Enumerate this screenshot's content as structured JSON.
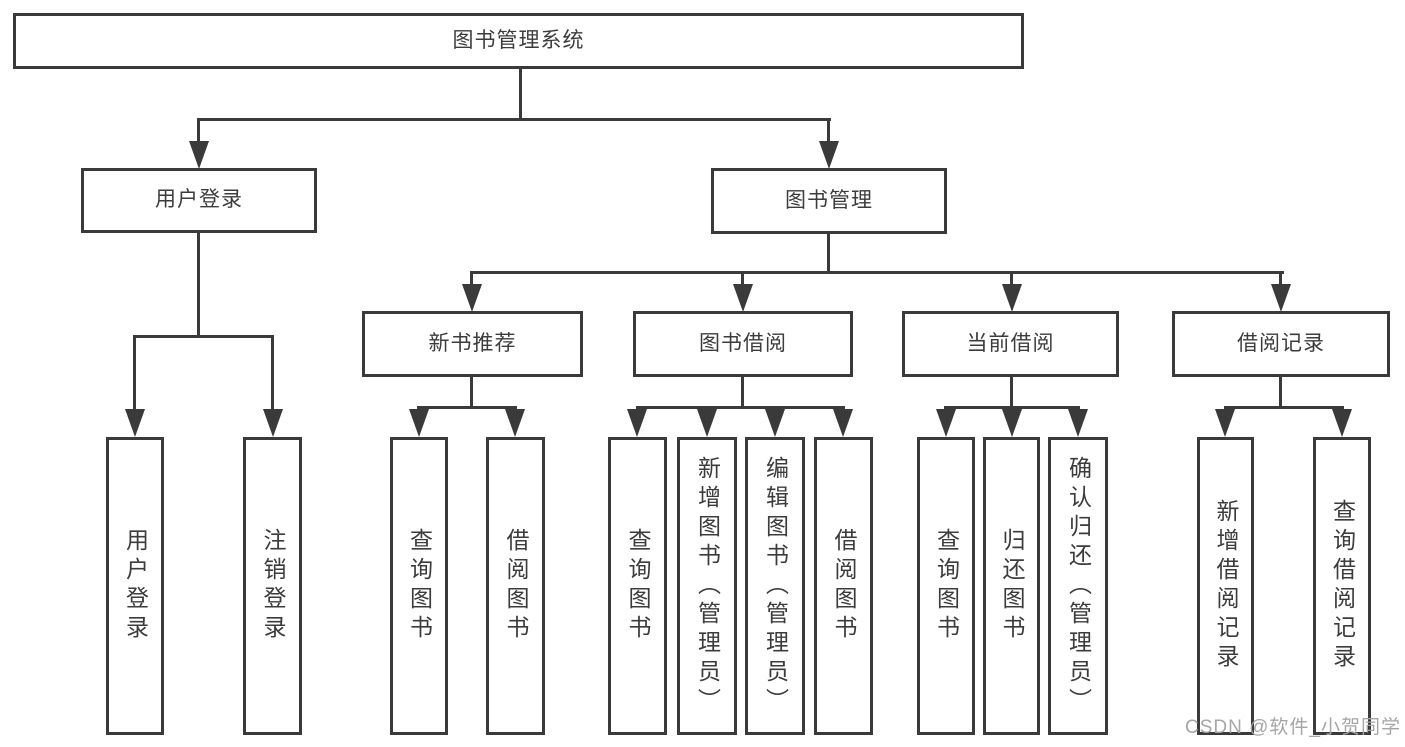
{
  "colors": {
    "line": "#3a3a3a",
    "text": "#3c3c3c",
    "watermark": "#a6a6a6",
    "bg": "#ffffff"
  },
  "watermark": {
    "text": "CSDN @软件_小贺同学"
  },
  "tree": {
    "label": "图书管理系统",
    "children": [
      {
        "label": "用户登录",
        "children": [
          {
            "label": "用户登录"
          },
          {
            "label": "注销登录"
          }
        ]
      },
      {
        "label": "图书管理",
        "children": [
          {
            "label": "新书推荐",
            "children": [
              {
                "label": "查询图书"
              },
              {
                "label": "借阅图书"
              }
            ]
          },
          {
            "label": "图书借阅",
            "children": [
              {
                "label": "查询图书"
              },
              {
                "label": "新增图书（管理员）"
              },
              {
                "label": "编辑图书（管理员）"
              },
              {
                "label": "借阅图书"
              }
            ]
          },
          {
            "label": "当前借阅",
            "children": [
              {
                "label": "查询图书"
              },
              {
                "label": "归还图书"
              },
              {
                "label": "确认归还（管理员）"
              }
            ]
          },
          {
            "label": "借阅记录",
            "children": [
              {
                "label": "新增借阅记录"
              },
              {
                "label": "查询借阅记录"
              }
            ]
          }
        ]
      }
    ]
  }
}
